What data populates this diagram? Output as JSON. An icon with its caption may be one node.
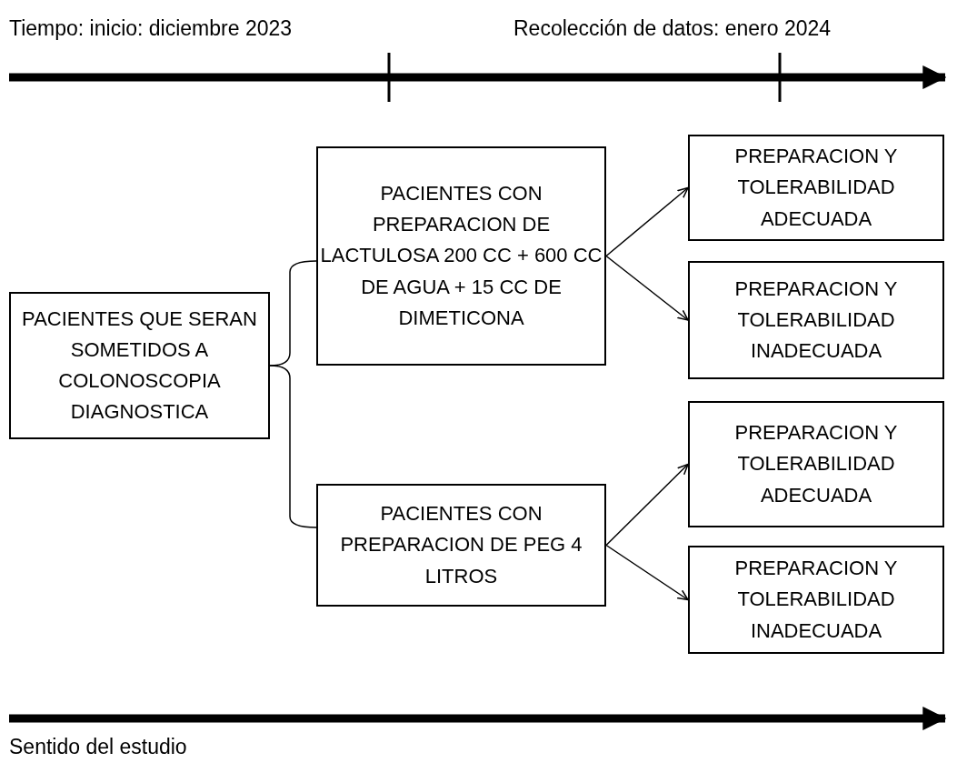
{
  "diagram": {
    "nodes": [
      {
        "text": [
          "PACIENTES QUE SERAN SOMETIDOS A COLONOSCOPIA DIAGNOSTICA"
        ]
      },
      {
        "text": [
          "PACIENTES CON PREPARACION DE LACTULOSA 200 CC + 600 CC DE AGUA + 15 CC DE DIMETICONA"
        ]
      },
      {
        "text": [
          "PACIENTES CON PREPARACION DE PEG 4 LITROS"
        ]
      },
      {
        "text": [
          "PREPARACION Y TOLERABILIDAD ADECUADA"
        ]
      },
      {
        "text": [
          "PREPARACION Y TOLERABILIDAD INADECUADA"
        ]
      },
      {
        "text": [
          "PREPARACION Y TOLERABILIDAD ADECUADA"
        ]
      },
      {
        "text": [
          "PREPARACION Y TOLERABILIDAD INADECUADA"
        ]
      }
    ],
    "edges": [
      {
        "from": 0,
        "to": 1,
        "arrow": "none"
      },
      {
        "from": 0,
        "to": 2,
        "arrow": "none"
      },
      {
        "from": 1,
        "to": 3,
        "arrow": "to"
      },
      {
        "from": 1,
        "to": 4,
        "arrow": "to"
      },
      {
        "from": 2,
        "to": 5,
        "arrow": "to"
      },
      {
        "from": 2,
        "to": 6,
        "arrow": "to"
      }
    ],
    "labels": [
      "Tiempo: inicio: diciembre 2023",
      "Recolección de datos: enero 2024",
      "Sentido del estudio"
    ]
  }
}
